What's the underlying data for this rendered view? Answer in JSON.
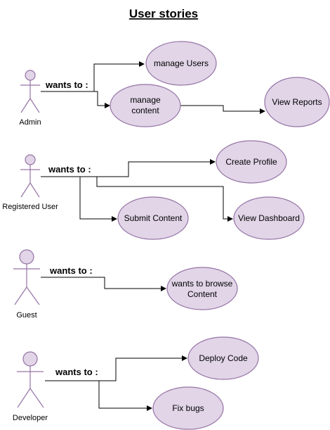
{
  "title": "User stories",
  "colors": {
    "usecase_fill": "#e1d5e7",
    "usecase_stroke": "#9673a6",
    "connector": "#000000"
  },
  "actors": [
    {
      "name": "Admin",
      "relation": "wants to :",
      "use_cases": [
        "manage Users",
        [
          "manage",
          "content"
        ],
        "View Reports"
      ]
    },
    {
      "name": "Registered User",
      "relation": "wants to :",
      "use_cases": [
        "Create Profile",
        "Submit Content",
        "View Dashboard"
      ]
    },
    {
      "name": "Guest",
      "relation": "wants to :",
      "use_cases": [
        [
          "wants to browse",
          "Content"
        ]
      ]
    },
    {
      "name": "Developer",
      "relation": "wants to :",
      "use_cases": [
        "Deploy Code",
        "Fix bugs"
      ]
    }
  ]
}
